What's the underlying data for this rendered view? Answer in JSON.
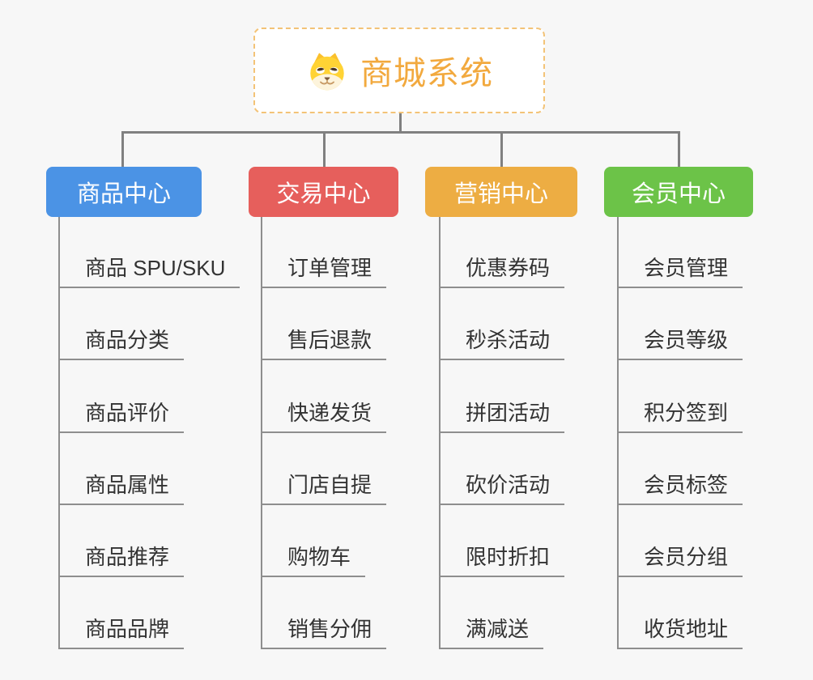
{
  "root": {
    "title": "商城系统",
    "icon": "shiba-dog-icon"
  },
  "branches": [
    {
      "label": "商品中心",
      "color": "#4B93E5",
      "items": [
        "商品 SPU/SKU",
        "商品分类",
        "商品评价",
        "商品属性",
        "商品推荐",
        "商品品牌"
      ]
    },
    {
      "label": "交易中心",
      "color": "#E65F5C",
      "items": [
        "订单管理",
        "售后退款",
        "快递发货",
        "门店自提",
        "购物车",
        "销售分佣"
      ]
    },
    {
      "label": "营销中心",
      "color": "#EDAD43",
      "items": [
        "优惠券码",
        "秒杀活动",
        "拼团活动",
        "砍价活动",
        "限时折扣",
        "满减送"
      ]
    },
    {
      "label": "会员中心",
      "color": "#6CC348",
      "items": [
        "会员管理",
        "会员等级",
        "积分签到",
        "会员标签",
        "会员分组",
        "收货地址"
      ]
    }
  ],
  "colors": {
    "background": "#F7F7F7",
    "connector": "#808080",
    "leaf_line": "#8E8E8E",
    "leaf_text": "#333333",
    "root_border": "#F3C377",
    "root_text": "#F2A93E",
    "branch_text": "#FFFFFF"
  }
}
